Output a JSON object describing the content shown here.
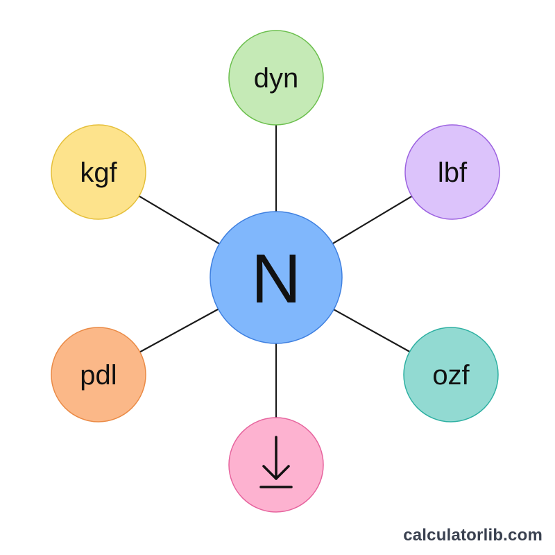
{
  "center": {
    "label": "N",
    "fill": "#80b7fc",
    "stroke": "#3f80e0"
  },
  "nodes": [
    {
      "id": "dyn",
      "label": "dyn",
      "fill": "#c5eab6",
      "stroke": "#6bbf4d"
    },
    {
      "id": "lbf",
      "label": "lbf",
      "fill": "#dcc3fb",
      "stroke": "#9c62e0"
    },
    {
      "id": "ozf",
      "label": "ozf",
      "fill": "#92dad2",
      "stroke": "#2eb0a2"
    },
    {
      "id": "arrow",
      "icon": "down-arrow-to-bar-icon",
      "fill": "#fdb2d0",
      "stroke": "#e6649e"
    },
    {
      "id": "pdl",
      "label": "pdl",
      "fill": "#fbb888",
      "stroke": "#ea8a45"
    },
    {
      "id": "kgf",
      "label": "kgf",
      "fill": "#fde38c",
      "stroke": "#e5bf3a"
    }
  ],
  "line_color": "#1a1a1a",
  "watermark": "calculatorlib.com"
}
